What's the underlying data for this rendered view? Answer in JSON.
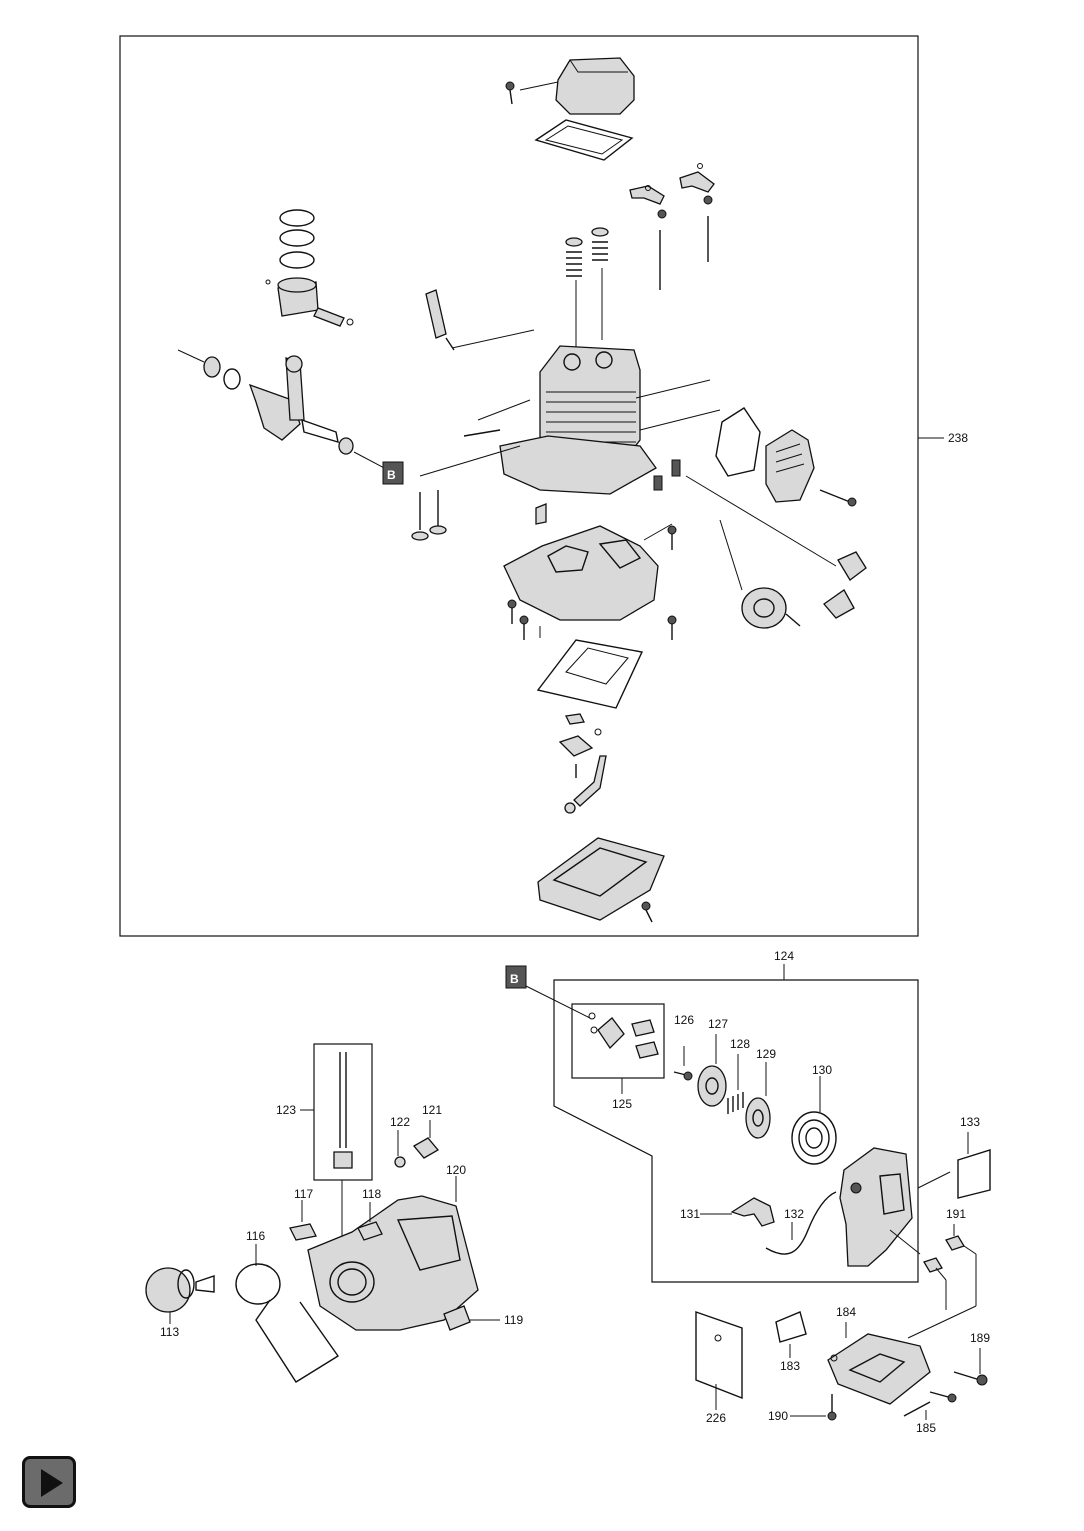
{
  "diagram": {
    "callouts": {
      "c238": "238",
      "c124": "124",
      "c125": "125",
      "c126": "126",
      "c127": "127",
      "c128": "128",
      "c129": "129",
      "c130": "130",
      "c131": "131",
      "c132": "132",
      "c133": "133",
      "c191": "191",
      "c184": "184",
      "c183": "183",
      "c189": "189",
      "c190": "190",
      "c185": "185",
      "c226": "226",
      "c123": "123",
      "c122": "122",
      "c121": "121",
      "c120": "120",
      "c117": "117",
      "c118": "118",
      "c116": "116",
      "c113": "113",
      "c119": "119"
    },
    "markers": {
      "engine_marker": "B",
      "starter_marker": "B"
    }
  },
  "navigation": {
    "next_icon": "play-icon"
  }
}
